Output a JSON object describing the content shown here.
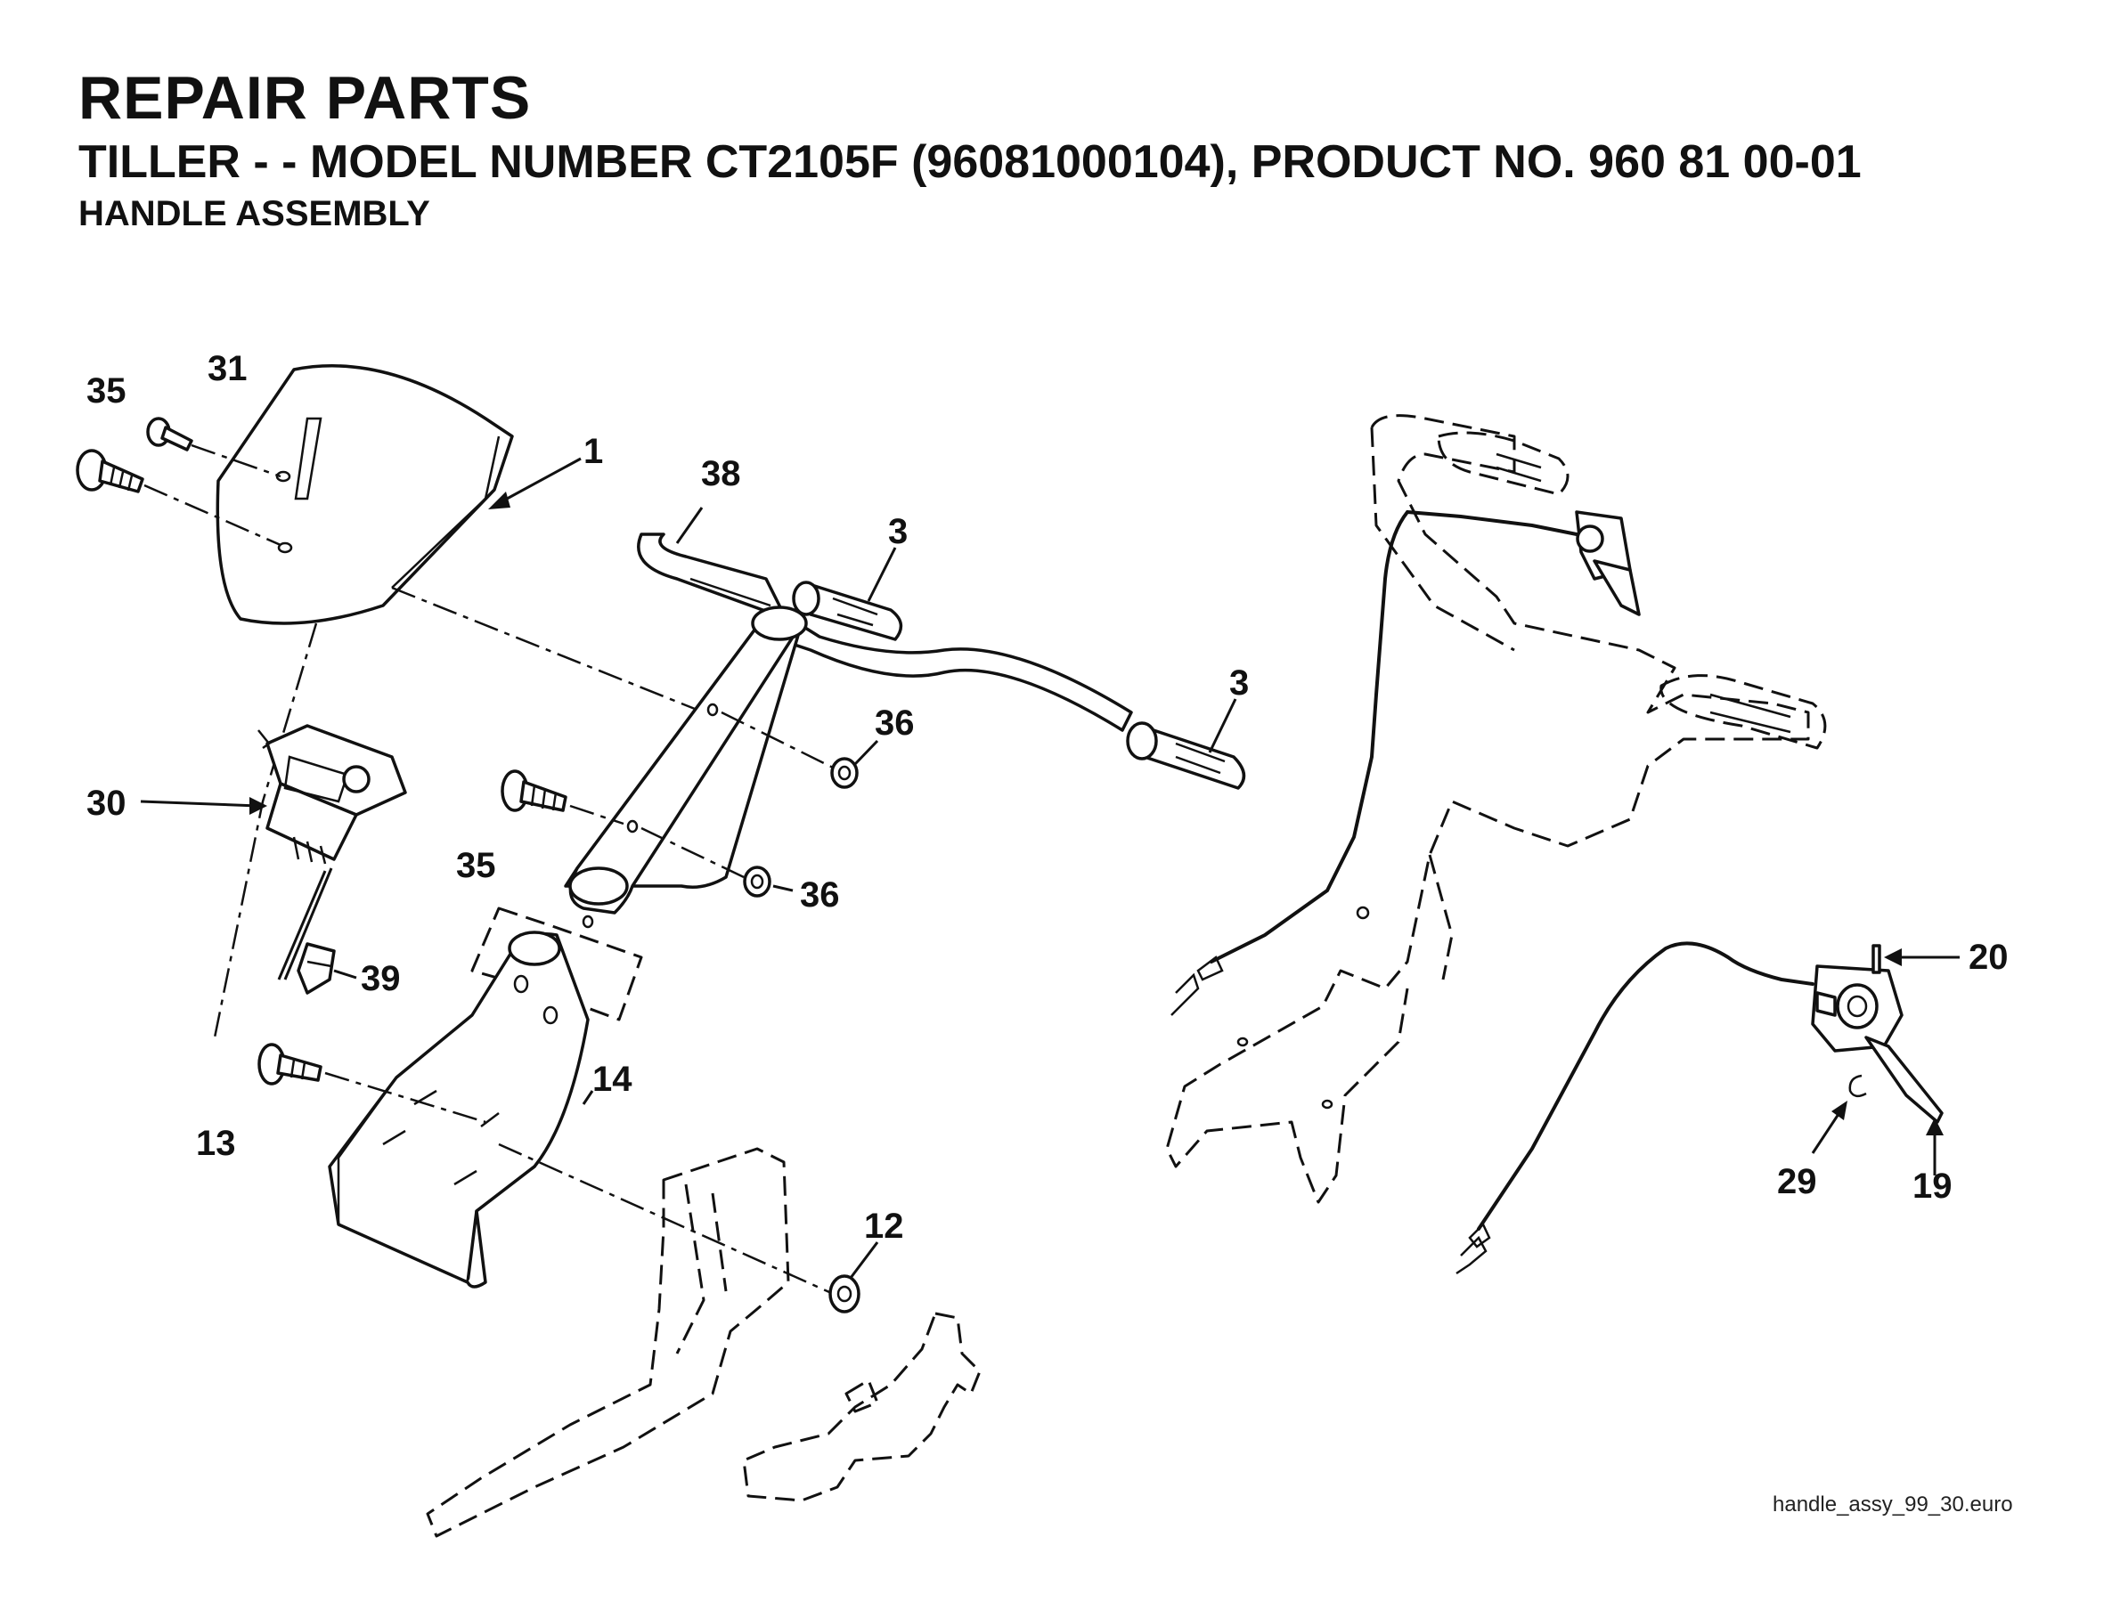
{
  "header": {
    "title": "REPAIR PARTS",
    "subtitle": "TILLER - - MODEL NUMBER CT2105F (96081000104), PRODUCT NO. 960 81 00-01",
    "section": "HANDLE ASSEMBLY"
  },
  "callouts": {
    "c35a": "35",
    "c31": "31",
    "c1": "1",
    "c38": "38",
    "c3a": "3",
    "c3b": "3",
    "c36a": "36",
    "c36b": "36",
    "c30": "30",
    "c35b": "35",
    "c39": "39",
    "c13": "13",
    "c14": "14",
    "c12": "12",
    "c20": "20",
    "c29": "29",
    "c19": "19"
  },
  "filename": "handle_assy_99_30.euro"
}
